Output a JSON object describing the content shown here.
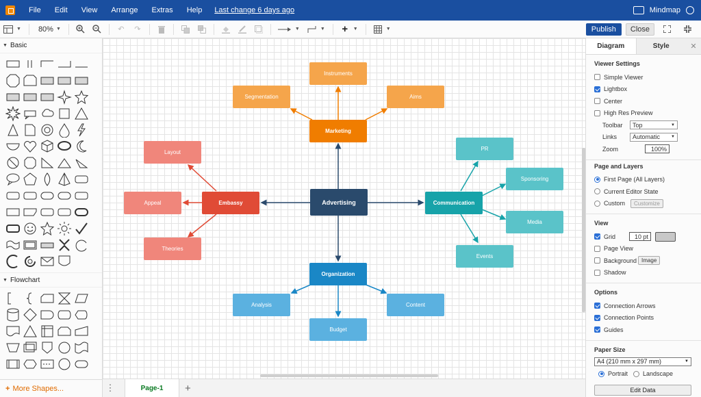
{
  "menubar": {
    "items": [
      "File",
      "Edit",
      "View",
      "Arrange",
      "Extras",
      "Help"
    ],
    "last_change": "Last change 6 days ago",
    "doc_name": "Mindmap"
  },
  "toolbar": {
    "zoom": "80%",
    "publish_label": "Publish",
    "close_label": "Close"
  },
  "sidebar": {
    "basic_label": "Basic",
    "flowchart_label": "Flowchart",
    "more_shapes_label": "More Shapes..."
  },
  "diagram": {
    "center": "Advertising",
    "marketing": "Marketing",
    "instruments": "Instruments",
    "segmentation": "Segmentation",
    "aims": "Aims",
    "embassy": "Embassy",
    "layout": "Layout",
    "appeal": "Appeal",
    "theories": "Theories",
    "communication": "Communication",
    "pr": "PR",
    "sponsoring": "Sponsoring",
    "media": "Media",
    "events": "Events",
    "organization": "Organization",
    "analysis": "Analysis",
    "content": "Content",
    "budget": "Budget"
  },
  "colors": {
    "center": "#2a4a6c",
    "marketing_main": "#f07d00",
    "marketing_sub": "#f5a54b",
    "embassy_main": "#e04b36",
    "embassy_sub": "#f0867b",
    "communication_main": "#17a3a9",
    "communication_sub": "#5ac3c9",
    "organization_main": "#1a87c6",
    "organization_sub": "#5bb1e0"
  },
  "bottombar": {
    "page_tab": "Page-1"
  },
  "panel": {
    "tab_diagram": "Diagram",
    "tab_style": "Style",
    "viewer_settings_title": "Viewer Settings",
    "simple_viewer": "Simple Viewer",
    "lightbox": "Lightbox",
    "center": "Center",
    "high_res": "High Res Preview",
    "toolbar_label": "Toolbar",
    "toolbar_value": "Top",
    "links_label": "Links",
    "links_value": "Automatic",
    "zoom_label": "Zoom",
    "zoom_value": "100%",
    "page_layers_title": "Page and Layers",
    "first_page": "First Page (All Layers)",
    "current_state": "Current Editor State",
    "custom": "Custom",
    "customize_btn": "Customize",
    "view_title": "View",
    "grid": "Grid",
    "grid_size": "10 pt",
    "page_view": "Page View",
    "background": "Background",
    "image_btn": "Image",
    "shadow": "Shadow",
    "options_title": "Options",
    "conn_arrows": "Connection Arrows",
    "conn_points": "Connection Points",
    "guides": "Guides",
    "paper_size_title": "Paper Size",
    "paper_size_value": "A4 (210 mm x 297 mm)",
    "portrait": "Portrait",
    "landscape": "Landscape",
    "edit_data": "Edit Data"
  }
}
